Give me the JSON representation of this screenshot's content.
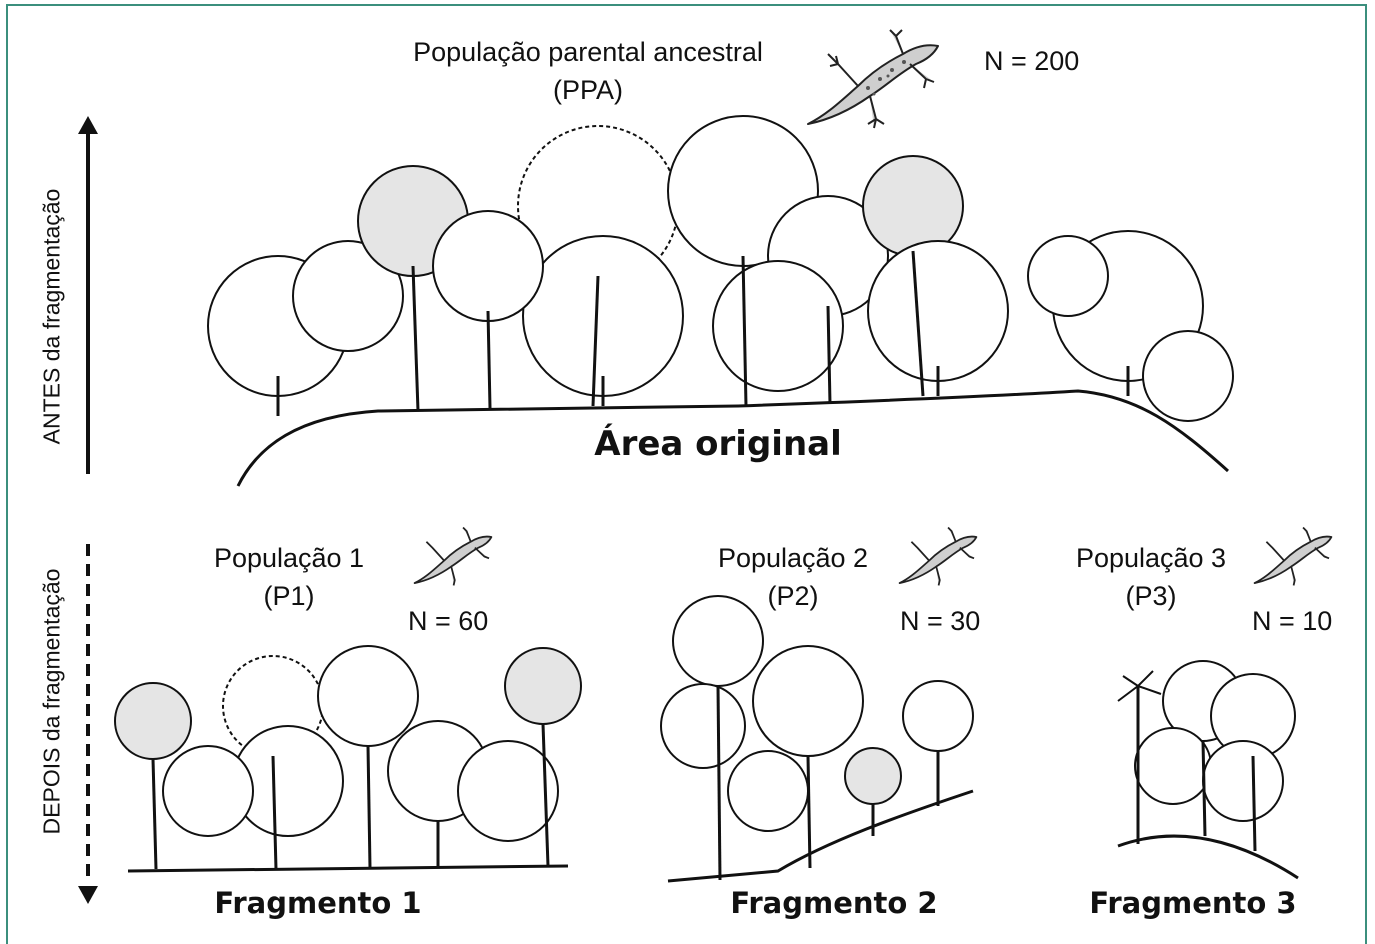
{
  "top": {
    "population_label": "População parental ancestral",
    "population_code": "(PPA)",
    "n_label": "N = 200",
    "area_label": "Área original",
    "axis_label": "ANTES da fragmentação"
  },
  "bottom": {
    "axis_label": "DEPOIS da fragmentação",
    "fragments": [
      {
        "population_label": "População 1",
        "population_code": "(P1)",
        "n_label": "N = 60",
        "fragment_label": "Fragmento 1"
      },
      {
        "population_label": "População 2",
        "population_code": "(P2)",
        "n_label": "N = 30",
        "fragment_label": "Fragmento 2"
      },
      {
        "population_label": "População 3",
        "population_code": "(P3)",
        "n_label": "N = 10",
        "fragment_label": "Fragmento 3"
      }
    ]
  },
  "colors": {
    "frame": "#3b8f7d",
    "ink": "#111111"
  },
  "icons": [
    "lizard-icon",
    "forest-illustration",
    "solid-arrow",
    "dashed-double-arrow"
  ]
}
